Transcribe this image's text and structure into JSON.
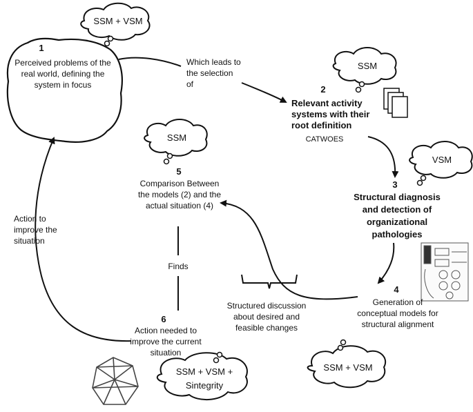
{
  "steps": [
    {
      "num": "1",
      "text": "Perceived problems of the real world, defining the system in focus",
      "cloud": "SSM + VSM"
    },
    {
      "num": "2",
      "text": "Relevant activity systems with their root definition",
      "subtext": "CATWOES",
      "cloud": "SSM"
    },
    {
      "num": "3",
      "text": "Structural diagnosis and detection of organizational pathologies",
      "cloud": "VSM"
    },
    {
      "num": "4",
      "text": "Generation of conceptual models for structural alignment",
      "cloud": "SSM + VSM"
    },
    {
      "num": "5",
      "text": "Comparison Between the models (2) and the actual situation (4)",
      "cloud": "SSM"
    },
    {
      "num": "6",
      "text": "Action needed to improve the current situation",
      "cloud_line1": "SSM + VSM +",
      "cloud_line2": "Sintegrity"
    }
  ],
  "edges": {
    "one_to_two": "Which leads to the selection of",
    "five_to_six": "Finds",
    "four_to_five": "Structured discussion about desired and feasible changes",
    "six_to_one": "Action to improve the situation"
  },
  "colors": {
    "stroke": "#111111",
    "fill": "#ffffff"
  }
}
